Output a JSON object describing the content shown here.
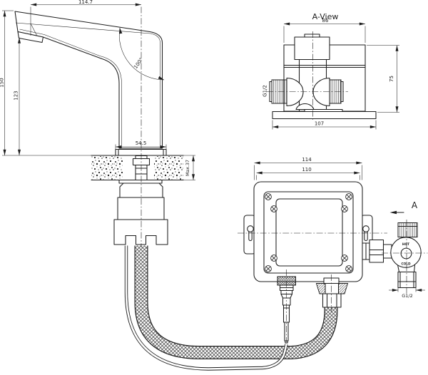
{
  "colors": {
    "ink": "#1c1c1c",
    "paper": "#ffffff"
  },
  "faucet_view": {
    "dim_spout_reach": "114.7",
    "dim_total_height": "150",
    "dim_spout_height": "123",
    "dim_spout_angle": "100°",
    "dim_base_width": "54.5",
    "dim_deck_thickness": "Max.37"
  },
  "a_view": {
    "title": "A-View",
    "dim_body_width": "86",
    "dim_height": "75",
    "dim_base_width": "107",
    "thread_label": "G1/2"
  },
  "box_view": {
    "dim_outer_width": "114",
    "dim_inner_width": "110",
    "section_arrow_label": "A",
    "mixer": {
      "hot_label": "HOT",
      "cold_label": "COLD",
      "thread_dim_label": "G1/2"
    }
  }
}
